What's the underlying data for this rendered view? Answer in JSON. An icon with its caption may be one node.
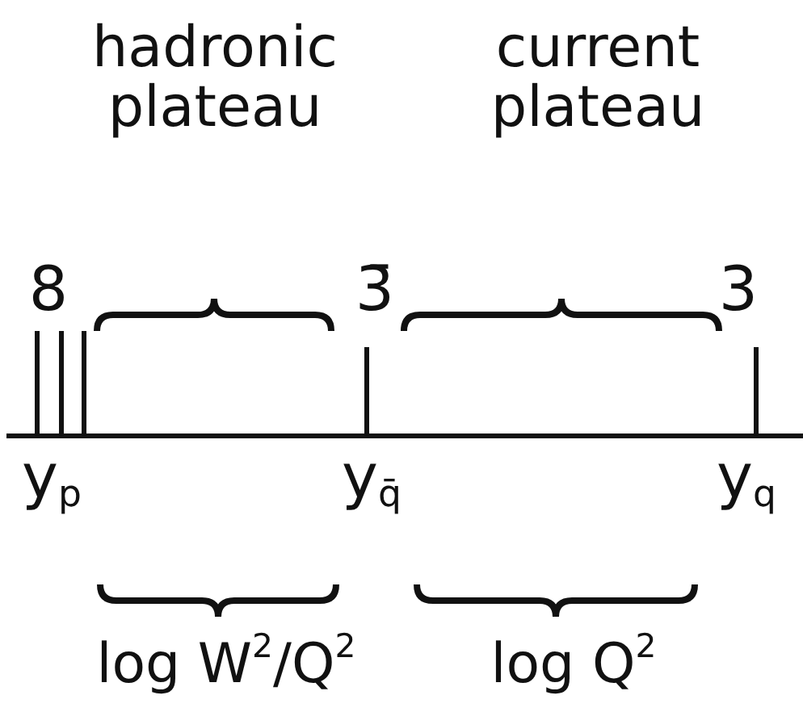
{
  "diagram": {
    "labels": [
      "hadronic plateau",
      "current plateau",
      "8",
      "3̄",
      "3",
      "y$_{p}$",
      "y$_{q̄}$",
      "y$_{q}$",
      "log W$^{2}$/Q$^{2}$",
      "log Q$^{2}$"
    ]
  }
}
